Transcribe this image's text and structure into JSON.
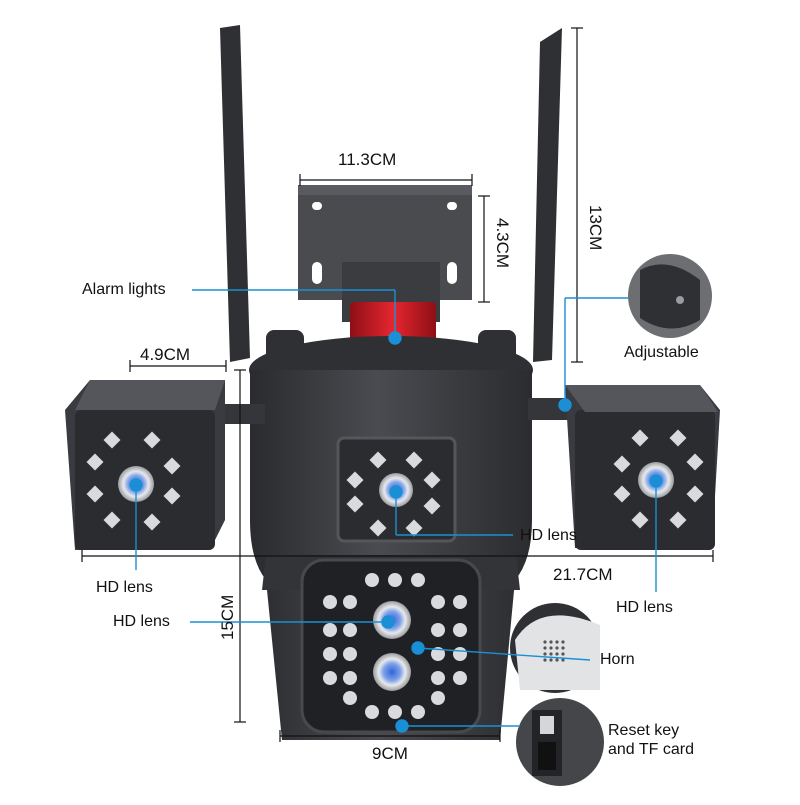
{
  "dimensions": {
    "mount_width": "11.3CM",
    "mount_height": "4.3CM",
    "antenna_height": "13CM",
    "side_camera_width": "4.9CM",
    "total_width": "21.7CM",
    "body_height": "15CM",
    "front_width": "9CM"
  },
  "labels": {
    "alarm_lights": "Alarm lights",
    "adjustable": "Adjustable",
    "hd_lens_left": "HD lens",
    "hd_lens_center": "HD lens",
    "hd_lens_right": "HD lens",
    "hd_lens_front": "HD lens",
    "horn": "Horn",
    "reset_key_line1": "Reset key",
    "reset_key_line2": "and TF card"
  },
  "colors": {
    "callout": "#1b8fd6",
    "body": "#3a3b3f",
    "body_dark": "#26272a",
    "alarm": "#d8202a",
    "led": "#d9dadc",
    "lens": "#3b6fd4"
  }
}
